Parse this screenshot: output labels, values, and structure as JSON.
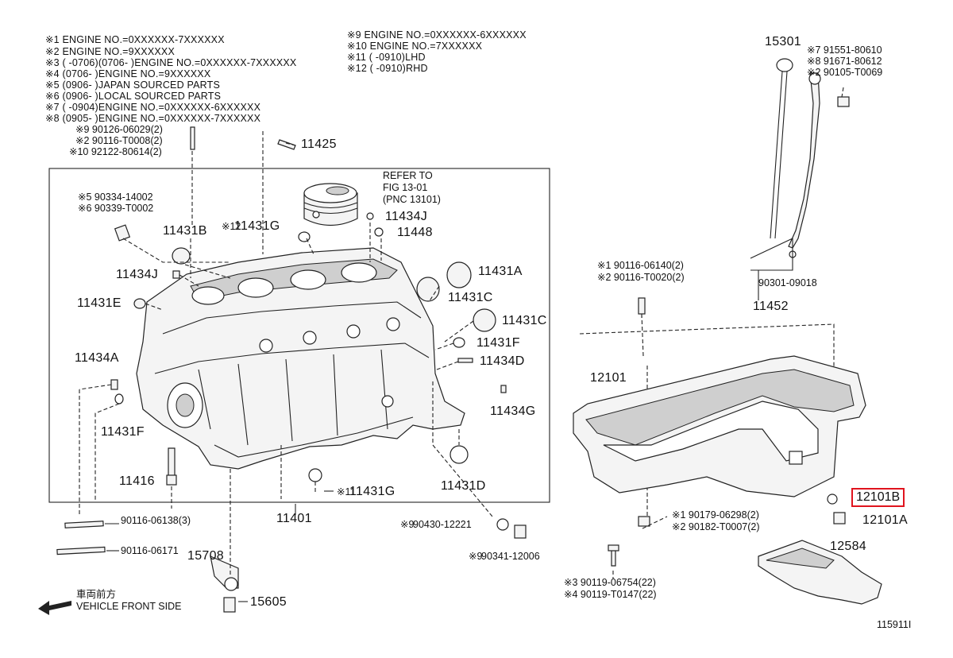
{
  "notes_left": [
    "※1 ENGINE NO.=0XXXXXX-7XXXXXX",
    "※2 ENGINE NO.=9XXXXXX",
    "※3 (      -0706)(0706-      )ENGINE NO.=0XXXXXX-7XXXXXX",
    "※4 (0706-      )ENGINE NO.=9XXXXXX",
    "※5 (0906-      )JAPAN SOURCED PARTS",
    "※6 (0906-      )LOCAL SOURCED PARTS",
    "※7 (      -0904)ENGINE NO.=0XXXXXX-6XXXXXX",
    "※8 (0905-      )ENGINE NO.=0XXXXXX-7XXXXXX"
  ],
  "notes_right": [
    "※9 ENGINE NO.=0XXXXXX-6XXXXXX",
    "※10 ENGINE NO.=7XXXXXX",
    "※11 (      -0910)LHD",
    "※12 (      -0910)RHD"
  ],
  "labels": {
    "stud_1": "※9 90126-06029(2)",
    "stud_2": "※2 90116-T0008(2)",
    "stud_3": "※10 92122-80614(2)",
    "p11425": "11425",
    "refer_1": "REFER TO",
    "refer_2": "FIG 13-01",
    "refer_3": "(PNC 13101)",
    "p11434J_r": "11434J",
    "p11448": "11448",
    "sensor_1": "※5 90334-14002",
    "sensor_2": "※6 90339-T0002",
    "p11431B": "11431B",
    "p11431G_top_prefix": "※12",
    "p11431G_top": "11431G",
    "p11434J_l": "11434J",
    "p11431A": "11431A",
    "p11431E": "11431E",
    "p11431C_1": "11431C",
    "p11431C_2": "11431C",
    "p11431F_r": "11431F",
    "p11434A": "11434A",
    "p11434D": "11434D",
    "p11434G": "11434G",
    "p11431F_l": "11431F",
    "p11416": "11416",
    "p11431D": "11431D",
    "p11431G_bot_prefix": "※11",
    "p11431G_bot": "11431G",
    "p11401": "11401",
    "bolt_a": "90116-06138(3)",
    "bolt_b": "90116-06171",
    "p90430_prefix": "※9",
    "p90430": "90430-12221",
    "p90341_prefix": "※9",
    "p90341": "90341-12006",
    "p15708": "15708",
    "p15605": "15605",
    "front_jp": "車両前方",
    "front_en": "VEHICLE FRONT SIDE",
    "p15301": "15301",
    "dip_1": "※7 91551-80610",
    "dip_2": "※8 91671-80612",
    "dip_3": "※2 90105-T0069",
    "p90301": "90301-09018",
    "p11452": "11452",
    "pan_stud_1": "※1 90116-06140(2)",
    "pan_stud_2": "※2 90116-T0020(2)",
    "p12101": "12101",
    "p12101B": "12101B",
    "p12101A": "12101A",
    "pan_nut_1": "※1 90179-06298(2)",
    "pan_nut_2": "※2 90182-T0007(2)",
    "p12584": "12584",
    "pan_bolt_1": "※3 90119-06754(22)",
    "pan_bolt_2": "※4 90119-T0147(22)",
    "fig_no": "115911I"
  },
  "colors": {
    "highlight": "#e0141e",
    "ink": "#222222"
  }
}
